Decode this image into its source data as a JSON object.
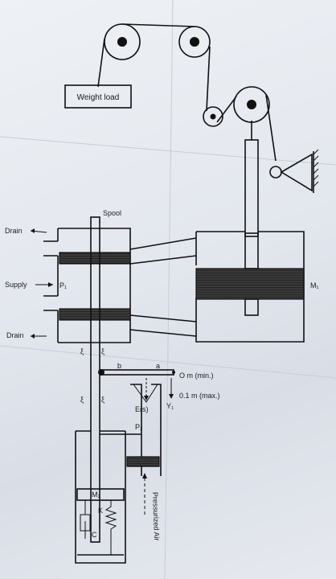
{
  "labels": {
    "weight_load": "Weight load",
    "spool": "Spool",
    "drain_top": "Drain",
    "supply": "Supply",
    "p1": "P₁",
    "drain_bottom": "Drain",
    "m1": "M₁",
    "b": "b",
    "a": "a",
    "om_min": "O m (min.)",
    "max": "0.1 m (max.)",
    "es": "E(s)",
    "y1": "Y₁",
    "p2": "P₂",
    "m2": "M₂",
    "k": "K",
    "c": "C",
    "pressurized_air": "Pressurized Air"
  },
  "colors": {
    "ink": "#111111",
    "paper": "#e8ebf0"
  }
}
